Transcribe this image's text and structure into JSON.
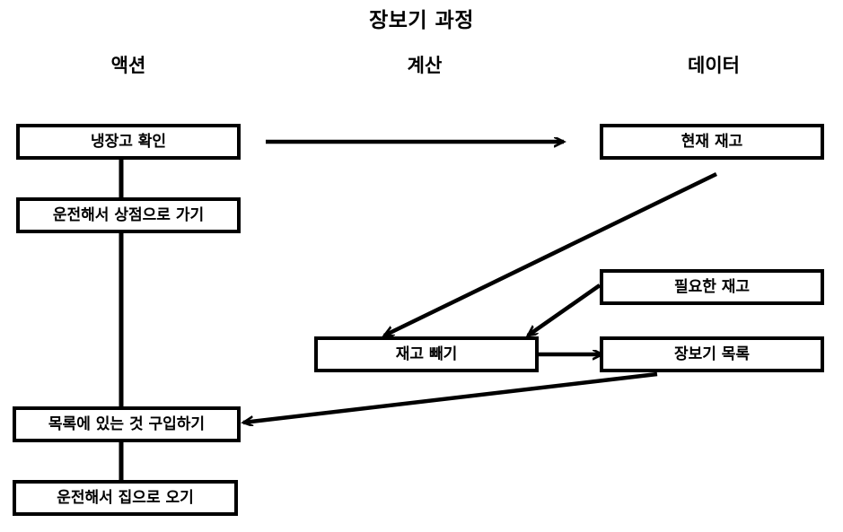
{
  "diagram": {
    "title": "장보기 과정",
    "type": "flowchart",
    "columns": [
      {
        "id": "action",
        "label": "액션"
      },
      {
        "id": "calculation",
        "label": "계산"
      },
      {
        "id": "data",
        "label": "데이터"
      }
    ],
    "nodes": [
      {
        "id": "check-fridge",
        "column": "action",
        "label": "냉장고 확인"
      },
      {
        "id": "drive-store",
        "column": "action",
        "label": "운전해서 상점으로 가기"
      },
      {
        "id": "buy-list",
        "column": "action",
        "label": "목록에 있는 것 구입하기"
      },
      {
        "id": "drive-home",
        "column": "action",
        "label": "운전해서 집으로 오기"
      },
      {
        "id": "subtract-stock",
        "column": "calculation",
        "label": "재고 빼기"
      },
      {
        "id": "current-stock",
        "column": "data",
        "label": "현재 재고"
      },
      {
        "id": "needed-stock",
        "column": "data",
        "label": "필요한 재고"
      },
      {
        "id": "shopping-list",
        "column": "data",
        "label": "장보기 목록"
      }
    ],
    "edges": [
      {
        "id": "check-fridge-to-current-stock",
        "from": "check-fridge",
        "to": "current-stock",
        "arrow": true
      },
      {
        "id": "check-fridge-to-drive-store",
        "from": "check-fridge",
        "to": "drive-store",
        "arrow": false
      },
      {
        "id": "drive-store-to-buy-list",
        "from": "drive-store",
        "to": "buy-list",
        "arrow": false
      },
      {
        "id": "current-stock-to-subtract",
        "from": "current-stock",
        "to": "subtract-stock",
        "arrow": true
      },
      {
        "id": "needed-stock-to-subtract",
        "from": "needed-stock",
        "to": "subtract-stock",
        "arrow": true
      },
      {
        "id": "subtract-to-shopping-list",
        "from": "subtract-stock",
        "to": "shopping-list",
        "arrow": true
      },
      {
        "id": "shopping-list-to-buy-list",
        "from": "shopping-list",
        "to": "buy-list",
        "arrow": true
      },
      {
        "id": "buy-list-to-drive-home",
        "from": "buy-list",
        "to": "drive-home",
        "arrow": false
      }
    ],
    "colors": {
      "stroke": "#000000",
      "background": "#ffffff",
      "text": "#000000"
    }
  }
}
